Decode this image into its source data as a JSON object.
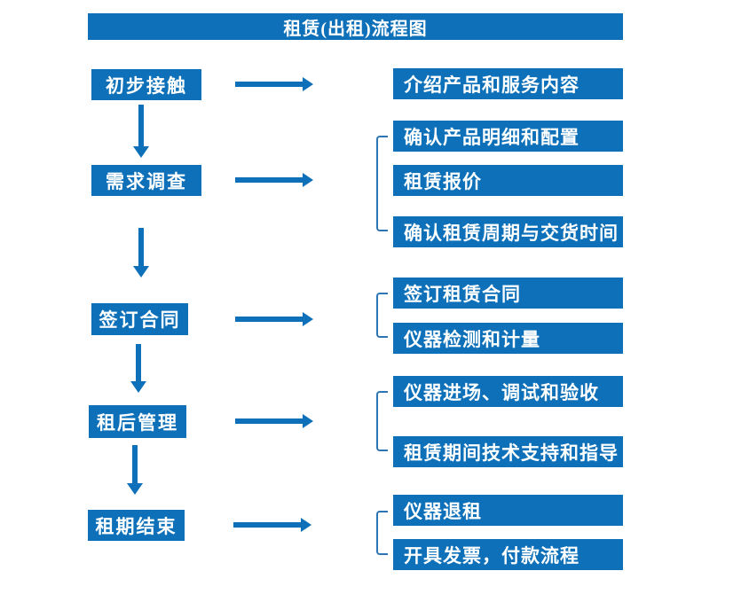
{
  "title": "租赁(出租)流程图",
  "colors": {
    "box_blue": "#0d70b8",
    "arrow_blue": "#0d70b8",
    "bracket_blue": "#2e75b6"
  },
  "steps": [
    {
      "label": "初步接触"
    },
    {
      "label": "需求调查"
    },
    {
      "label": "签订合同"
    },
    {
      "label": "租后管理"
    },
    {
      "label": "租期结束"
    }
  ],
  "groups": [
    {
      "items": [
        "介绍产品和服务内容"
      ]
    },
    {
      "items": [
        "确认产品明细和配置",
        "租赁报价",
        "确认租赁周期与交货时间"
      ]
    },
    {
      "items": [
        "签订租赁合同",
        "仪器检测和计量"
      ]
    },
    {
      "items": [
        "仪器进场、调试和验收",
        "租赁期间技术支持和指导"
      ]
    },
    {
      "items": [
        "仪器退租",
        "开具发票，付款流程"
      ]
    }
  ]
}
